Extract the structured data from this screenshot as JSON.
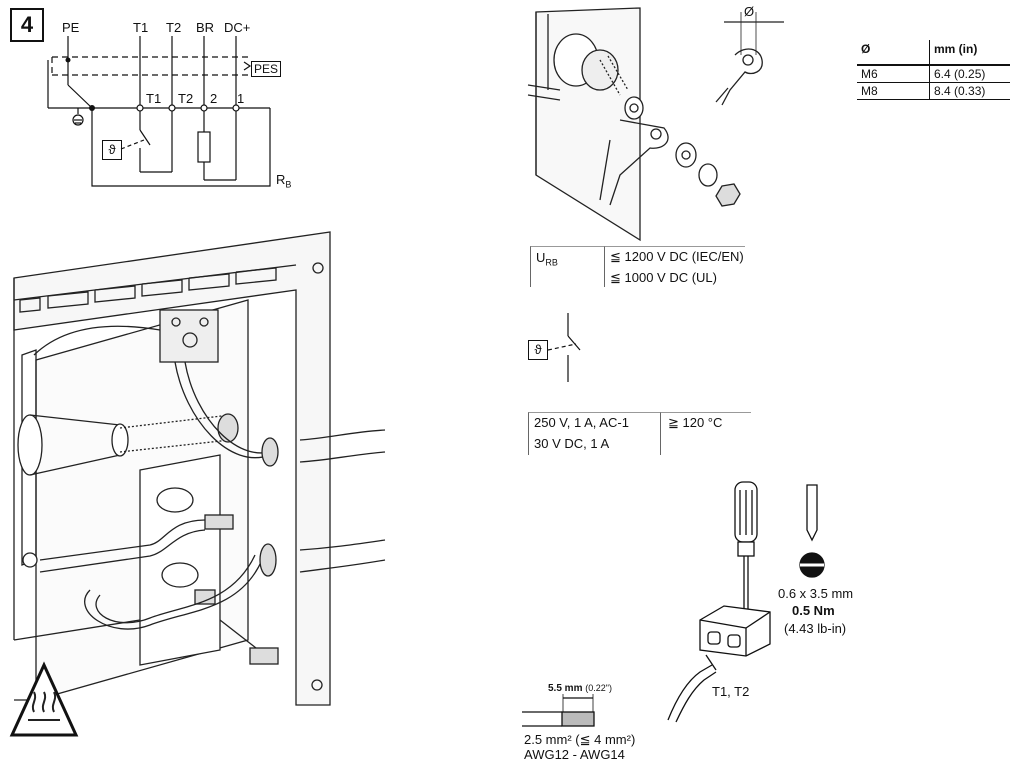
{
  "step_number": "4",
  "wiring": {
    "top_labels": [
      "PE",
      "T1",
      "T2",
      "BR",
      "DC+"
    ],
    "terminal_labels": [
      "T1",
      "T2",
      "2",
      "1"
    ],
    "pes_label": "PES",
    "theta_symbol": "ϑ",
    "rb_label": "R",
    "rb_sub": "B"
  },
  "screw_table": {
    "headers": [
      "Ø",
      "mm (in)"
    ],
    "rows": [
      [
        "M6",
        "6.4 (0.25)"
      ],
      [
        "M8",
        "8.4 (0.33)"
      ]
    ]
  },
  "diameter_symbol": "Ø",
  "voltage_spec": {
    "label": "U",
    "label_sub": "RB",
    "lines": [
      "≦ 1200 V DC (IEC/EN)",
      "≦ 1000 V DC (UL)"
    ]
  },
  "thermostat_symbol": "ϑ",
  "contact_spec": {
    "lines": [
      "250 V, 1 A, AC-1",
      "30 V DC, 1 A"
    ],
    "temperature": "≧ 120 °C"
  },
  "screwdriver": {
    "blade": "0.6 x 3.5 mm",
    "torque": "0.5 Nm",
    "torque_imperial": "(4.43 lb-in)",
    "terminal_label": "T1, T2"
  },
  "wire": {
    "strip_length": "5.5 mm",
    "strip_length_imperial": "(0.22\")",
    "cross_section": "2.5 mm² (≦ 4 mm²)",
    "awg": "AWG12 - AWG14"
  }
}
